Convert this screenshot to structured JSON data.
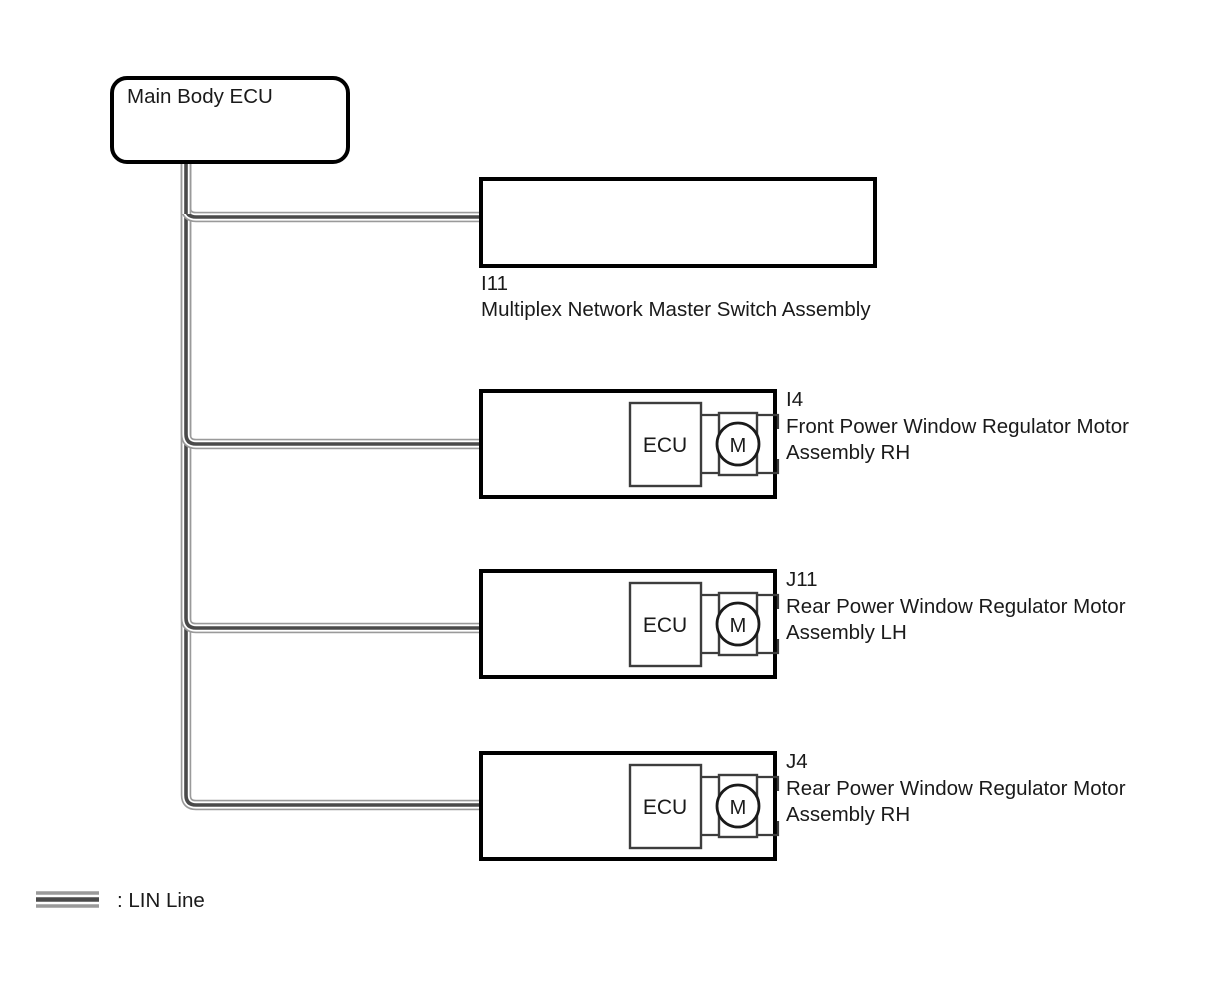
{
  "diagram": {
    "title_node": {
      "label": "Main Body ECU"
    },
    "nodes": [
      {
        "code": "I11",
        "name": "Multiplex Network Master Switch Assembly",
        "label_position": "below"
      },
      {
        "code": "I4",
        "name_line1": "Front Power Window Regulator Motor",
        "name_line2": "Assembly RH",
        "inner_block": "ECU",
        "motor_symbol": "M",
        "label_position": "right"
      },
      {
        "code": "J11",
        "name_line1": "Rear Power Window Regulator Motor",
        "name_line2": "Assembly LH",
        "inner_block": "ECU",
        "motor_symbol": "M",
        "label_position": "right"
      },
      {
        "code": "J4",
        "name_line1": "Rear Power Window Regulator Motor",
        "name_line2": "Assembly RH",
        "inner_block": "ECU",
        "motor_symbol": "M",
        "label_position": "right"
      }
    ],
    "legend": {
      "swatch": "lin-line-swatch",
      "text": ": LIN Line"
    },
    "colors": {
      "line_outer": "#9a9a9a",
      "line_core": "#4a4a4a",
      "box_border": "#000000",
      "inner_border": "#3d3d3d",
      "text": "#1a1a1a",
      "background": "#ffffff"
    }
  }
}
